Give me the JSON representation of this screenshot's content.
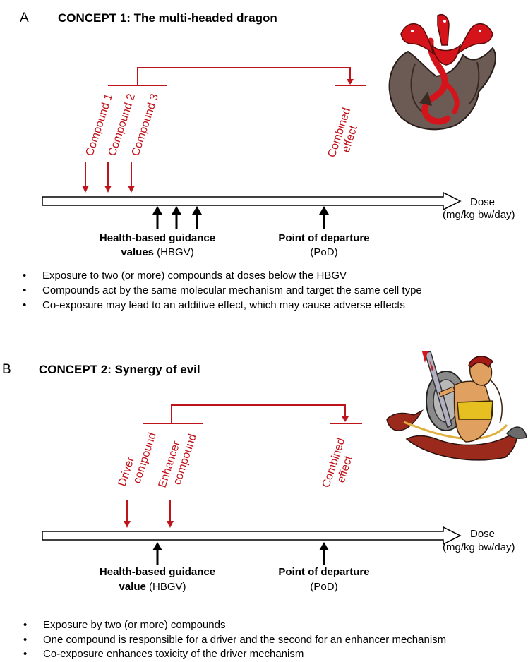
{
  "panel_a": {
    "letter": "A",
    "title": "CONCEPT 1: The multi-headed dragon",
    "compounds": [
      "Compound 1",
      "Compound 2",
      "Compound 3"
    ],
    "combined": [
      "Combined",
      "effect"
    ],
    "dose": [
      "Dose",
      "(mg/kg bw/day)"
    ],
    "hbgv": {
      "bold1": "Health-based guidance",
      "bold2": "values",
      "abbr": " (HBGV)"
    },
    "pod": {
      "bold": "Point of departure",
      "abbr": "(PoD)"
    },
    "bullets": [
      "Exposure to two (or more) compounds at doses below the HBGV",
      "Compounds act by the same molecular mechanism and target the same cell type",
      "Co-exposure may lead to an additive effect, which may cause adverse effects"
    ]
  },
  "panel_b": {
    "letter": "B",
    "title": "CONCEPT 2: Synergy of evil",
    "driver": [
      "Driver",
      "compound"
    ],
    "enhancer": [
      "Enhancer",
      "compound"
    ],
    "combined": [
      "Combined",
      "effect"
    ],
    "dose": [
      "Dose",
      "(mg/kg bw/day)"
    ],
    "hbgv": {
      "bold1": "Health-based guidance",
      "bold2": "value",
      "abbr": " (HBGV)"
    },
    "pod": {
      "bold": "Point of departure",
      "abbr": "(PoD)"
    },
    "bullets": [
      "Exposure by two (or more) compounds",
      "One compound is responsible for a driver and the second for an enhancer mechanism",
      "Co-exposure enhances toxicity of the driver mechanism"
    ]
  },
  "colors": {
    "red": "#c0141c",
    "black": "#000000",
    "dragon_red": "#d4141a",
    "wing": "#6b5b54"
  },
  "icons": [
    "three-headed-dragon-icon",
    "warrior-fighting-dragon-icon"
  ]
}
